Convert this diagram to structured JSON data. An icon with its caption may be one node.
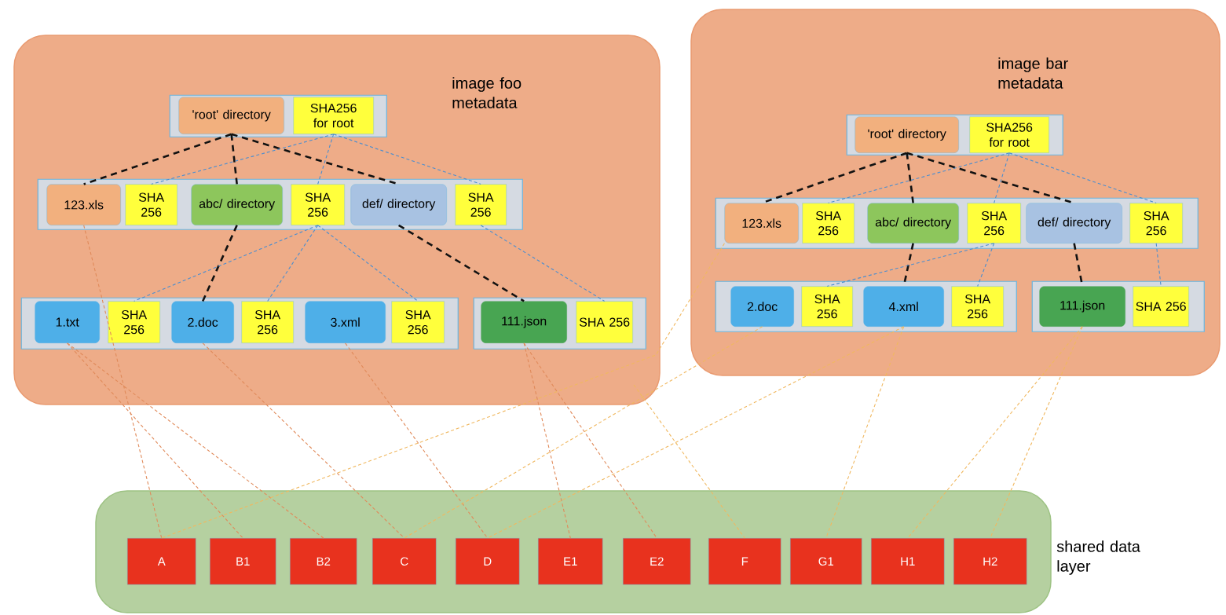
{
  "diagram": {
    "nodes": [
      {
        "text": [
          "image foo metadata"
        ]
      },
      {
        "text": [],
        "shape": "bar",
        "in": 0
      },
      {
        "text": [
          "'root' directory"
        ],
        "in": 1
      },
      {
        "text": [
          "SHA256 for root"
        ],
        "in": 1
      },
      {
        "text": [],
        "shape": "bar",
        "in": 0
      },
      {
        "text": [
          "123.xls"
        ],
        "in": 4
      },
      {
        "text": [
          "SHA 256"
        ],
        "in": 4
      },
      {
        "text": [
          "abc/ directory"
        ],
        "in": 4
      },
      {
        "text": [
          "SHA 256"
        ],
        "in": 4
      },
      {
        "text": [
          "def/ directory"
        ],
        "in": 4
      },
      {
        "text": [
          "SHA 256"
        ],
        "in": 4
      },
      {
        "text": [],
        "shape": "bar",
        "in": 0
      },
      {
        "text": [
          "1.txt"
        ],
        "in": 11
      },
      {
        "text": [
          "SHA 256"
        ],
        "in": 11
      },
      {
        "text": [
          "2.doc"
        ],
        "in": 11
      },
      {
        "text": [
          "SHA 256"
        ],
        "in": 11
      },
      {
        "text": [
          "3.xml"
        ],
        "in": 11
      },
      {
        "text": [
          "SHA 256"
        ],
        "in": 11
      },
      {
        "text": [],
        "shape": "bar",
        "in": 0
      },
      {
        "text": [
          "111.json"
        ],
        "in": 18
      },
      {
        "text": [
          "SHA 256"
        ],
        "in": 18
      },
      {
        "text": [
          "image bar metadata"
        ]
      },
      {
        "text": [],
        "shape": "bar",
        "in": 21
      },
      {
        "text": [
          "'root' directory"
        ],
        "in": 22
      },
      {
        "text": [
          "SHA256 for root"
        ],
        "in": 22
      },
      {
        "text": [],
        "shape": "bar",
        "in": 21
      },
      {
        "text": [
          "123.xls"
        ],
        "in": 25
      },
      {
        "text": [
          "SHA 256"
        ],
        "in": 25
      },
      {
        "text": [
          "abc/ directory"
        ],
        "in": 25
      },
      {
        "text": [
          "SHA 256"
        ],
        "in": 25
      },
      {
        "text": [
          "def/ directory"
        ],
        "in": 25
      },
      {
        "text": [
          "SHA 256"
        ],
        "in": 25
      },
      {
        "text": [],
        "shape": "bar",
        "in": 21
      },
      {
        "text": [
          "2.doc"
        ],
        "in": 32
      },
      {
        "text": [
          "SHA 256"
        ],
        "in": 32
      },
      {
        "text": [
          "4.xml"
        ],
        "in": 32
      },
      {
        "text": [
          "SHA 256"
        ],
        "in": 32
      },
      {
        "text": [],
        "shape": "bar",
        "in": 21
      },
      {
        "text": [
          "111.json"
        ],
        "in": 37
      },
      {
        "text": [
          "SHA 256"
        ],
        "in": 37
      },
      {
        "text": [
          "shared data layer"
        ]
      },
      {
        "text": [
          "A"
        ],
        "in": 40
      },
      {
        "text": [
          "B1"
        ],
        "in": 40
      },
      {
        "text": [
          "B2"
        ],
        "in": 40
      },
      {
        "text": [
          "C"
        ],
        "in": 40
      },
      {
        "text": [
          "D"
        ],
        "in": 40
      },
      {
        "text": [
          "E1"
        ],
        "in": 40
      },
      {
        "text": [
          "E2"
        ],
        "in": 40
      },
      {
        "text": [
          "F"
        ],
        "in": 40
      },
      {
        "text": [
          "G1"
        ],
        "in": 40
      },
      {
        "text": [
          "H1"
        ],
        "in": 40
      },
      {
        "text": [
          "H2"
        ],
        "in": 40
      }
    ],
    "edges": [
      {
        "from": 2,
        "to": 5,
        "arrow": "none",
        "style": "dashed",
        "color": "#111111"
      },
      {
        "from": 2,
        "to": 7,
        "arrow": "none",
        "style": "dashed",
        "color": "#111111"
      },
      {
        "from": 2,
        "to": 9,
        "arrow": "none",
        "style": "dashed",
        "color": "#111111"
      },
      {
        "from": 7,
        "to": 14,
        "arrow": "none",
        "style": "dashed",
        "color": "#111111"
      },
      {
        "from": 9,
        "to": 19,
        "arrow": "none",
        "style": "dashed",
        "color": "#111111"
      },
      {
        "from": 3,
        "to": 6,
        "arrow": "none",
        "style": "dashed"
      },
      {
        "from": 3,
        "to": 8,
        "arrow": "none",
        "style": "dashed"
      },
      {
        "from": 3,
        "to": 10,
        "arrow": "none",
        "style": "dashed"
      },
      {
        "from": 8,
        "to": 13,
        "arrow": "none",
        "style": "dashed"
      },
      {
        "from": 8,
        "to": 15,
        "arrow": "none",
        "style": "dashed"
      },
      {
        "from": 8,
        "to": 17,
        "arrow": "none",
        "style": "dashed"
      },
      {
        "from": 10,
        "to": 20,
        "arrow": "none",
        "style": "dashed"
      },
      {
        "from": 23,
        "to": 26,
        "arrow": "none",
        "style": "dashed",
        "color": "#111111"
      },
      {
        "from": 23,
        "to": 28,
        "arrow": "none",
        "style": "dashed",
        "color": "#111111"
      },
      {
        "from": 23,
        "to": 30,
        "arrow": "none",
        "style": "dashed",
        "color": "#111111"
      },
      {
        "from": 28,
        "to": 35,
        "arrow": "none",
        "style": "dashed",
        "color": "#111111"
      },
      {
        "from": 30,
        "to": 38,
        "arrow": "none",
        "style": "dashed",
        "color": "#111111"
      },
      {
        "from": 24,
        "to": 27,
        "arrow": "none",
        "style": "dashed"
      },
      {
        "from": 24,
        "to": 29,
        "arrow": "none",
        "style": "dashed"
      },
      {
        "from": 24,
        "to": 31,
        "arrow": "none",
        "style": "dashed"
      },
      {
        "from": 29,
        "to": 34,
        "arrow": "none",
        "style": "dashed"
      },
      {
        "from": 29,
        "to": 36,
        "arrow": "none",
        "style": "dashed"
      },
      {
        "from": 31,
        "to": 39,
        "arrow": "none",
        "style": "dashed"
      },
      {
        "from": 5,
        "to": 41,
        "arrow": "none",
        "style": "dashed",
        "color": "#e08a5a"
      },
      {
        "from": 12,
        "to": 42,
        "arrow": "none",
        "style": "dashed",
        "color": "#e08a5a"
      },
      {
        "from": 12,
        "to": 43,
        "arrow": "none",
        "style": "dashed",
        "color": "#e08a5a"
      },
      {
        "from": 14,
        "to": 44,
        "arrow": "none",
        "style": "dashed",
        "color": "#e08a5a"
      },
      {
        "from": 16,
        "to": 45,
        "arrow": "none",
        "style": "dashed",
        "color": "#e08a5a"
      },
      {
        "from": 19,
        "to": 46,
        "arrow": "none",
        "style": "dashed",
        "color": "#e08a5a"
      },
      {
        "from": 19,
        "to": 47,
        "arrow": "none",
        "style": "dashed",
        "color": "#e08a5a"
      },
      {
        "from": 26,
        "to": 41,
        "arrow": "none",
        "style": "dashed",
        "color": "#f0b860"
      },
      {
        "from": 33,
        "to": 44,
        "arrow": "none",
        "style": "dashed",
        "color": "#f0b860"
      },
      {
        "from": 35,
        "to": 45,
        "arrow": "none",
        "style": "dashed",
        "color": "#f0b860"
      },
      {
        "from": 35,
        "to": 49,
        "arrow": "none",
        "style": "dashed",
        "color": "#f0b860"
      },
      {
        "from": 38,
        "to": 50,
        "arrow": "none",
        "style": "dashed",
        "color": "#f0b860"
      },
      {
        "from": 38,
        "to": 51,
        "arrow": "none",
        "style": "dashed",
        "color": "#f0b860"
      },
      {
        "from": null,
        "to": 48,
        "arrow": "none",
        "style": "dashed",
        "color": "#f0b860"
      }
    ]
  }
}
